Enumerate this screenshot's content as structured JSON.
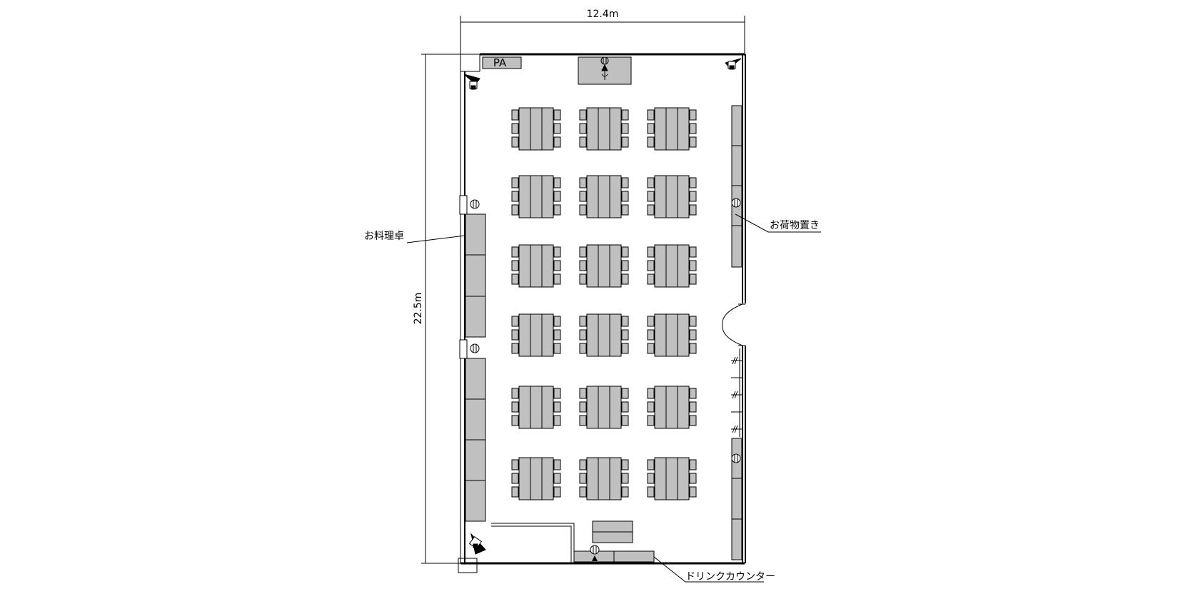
{
  "dimensions": {
    "width_label": "12.4m",
    "height_label": "22.5m"
  },
  "labels": {
    "pa": "PA",
    "food_table": "お料理卓",
    "luggage": "お荷物置き",
    "drink_counter": "ドリンクカウンター"
  },
  "seating": {
    "columns": 3,
    "rows": 6,
    "table_count": 18
  },
  "colors": {
    "line": "#000000",
    "table_fill": "#c0c0c0",
    "background": "#ffffff"
  },
  "icons": [
    "speaker-icon",
    "microphone-icon",
    "power-outlet-icon",
    "door-icon"
  ]
}
